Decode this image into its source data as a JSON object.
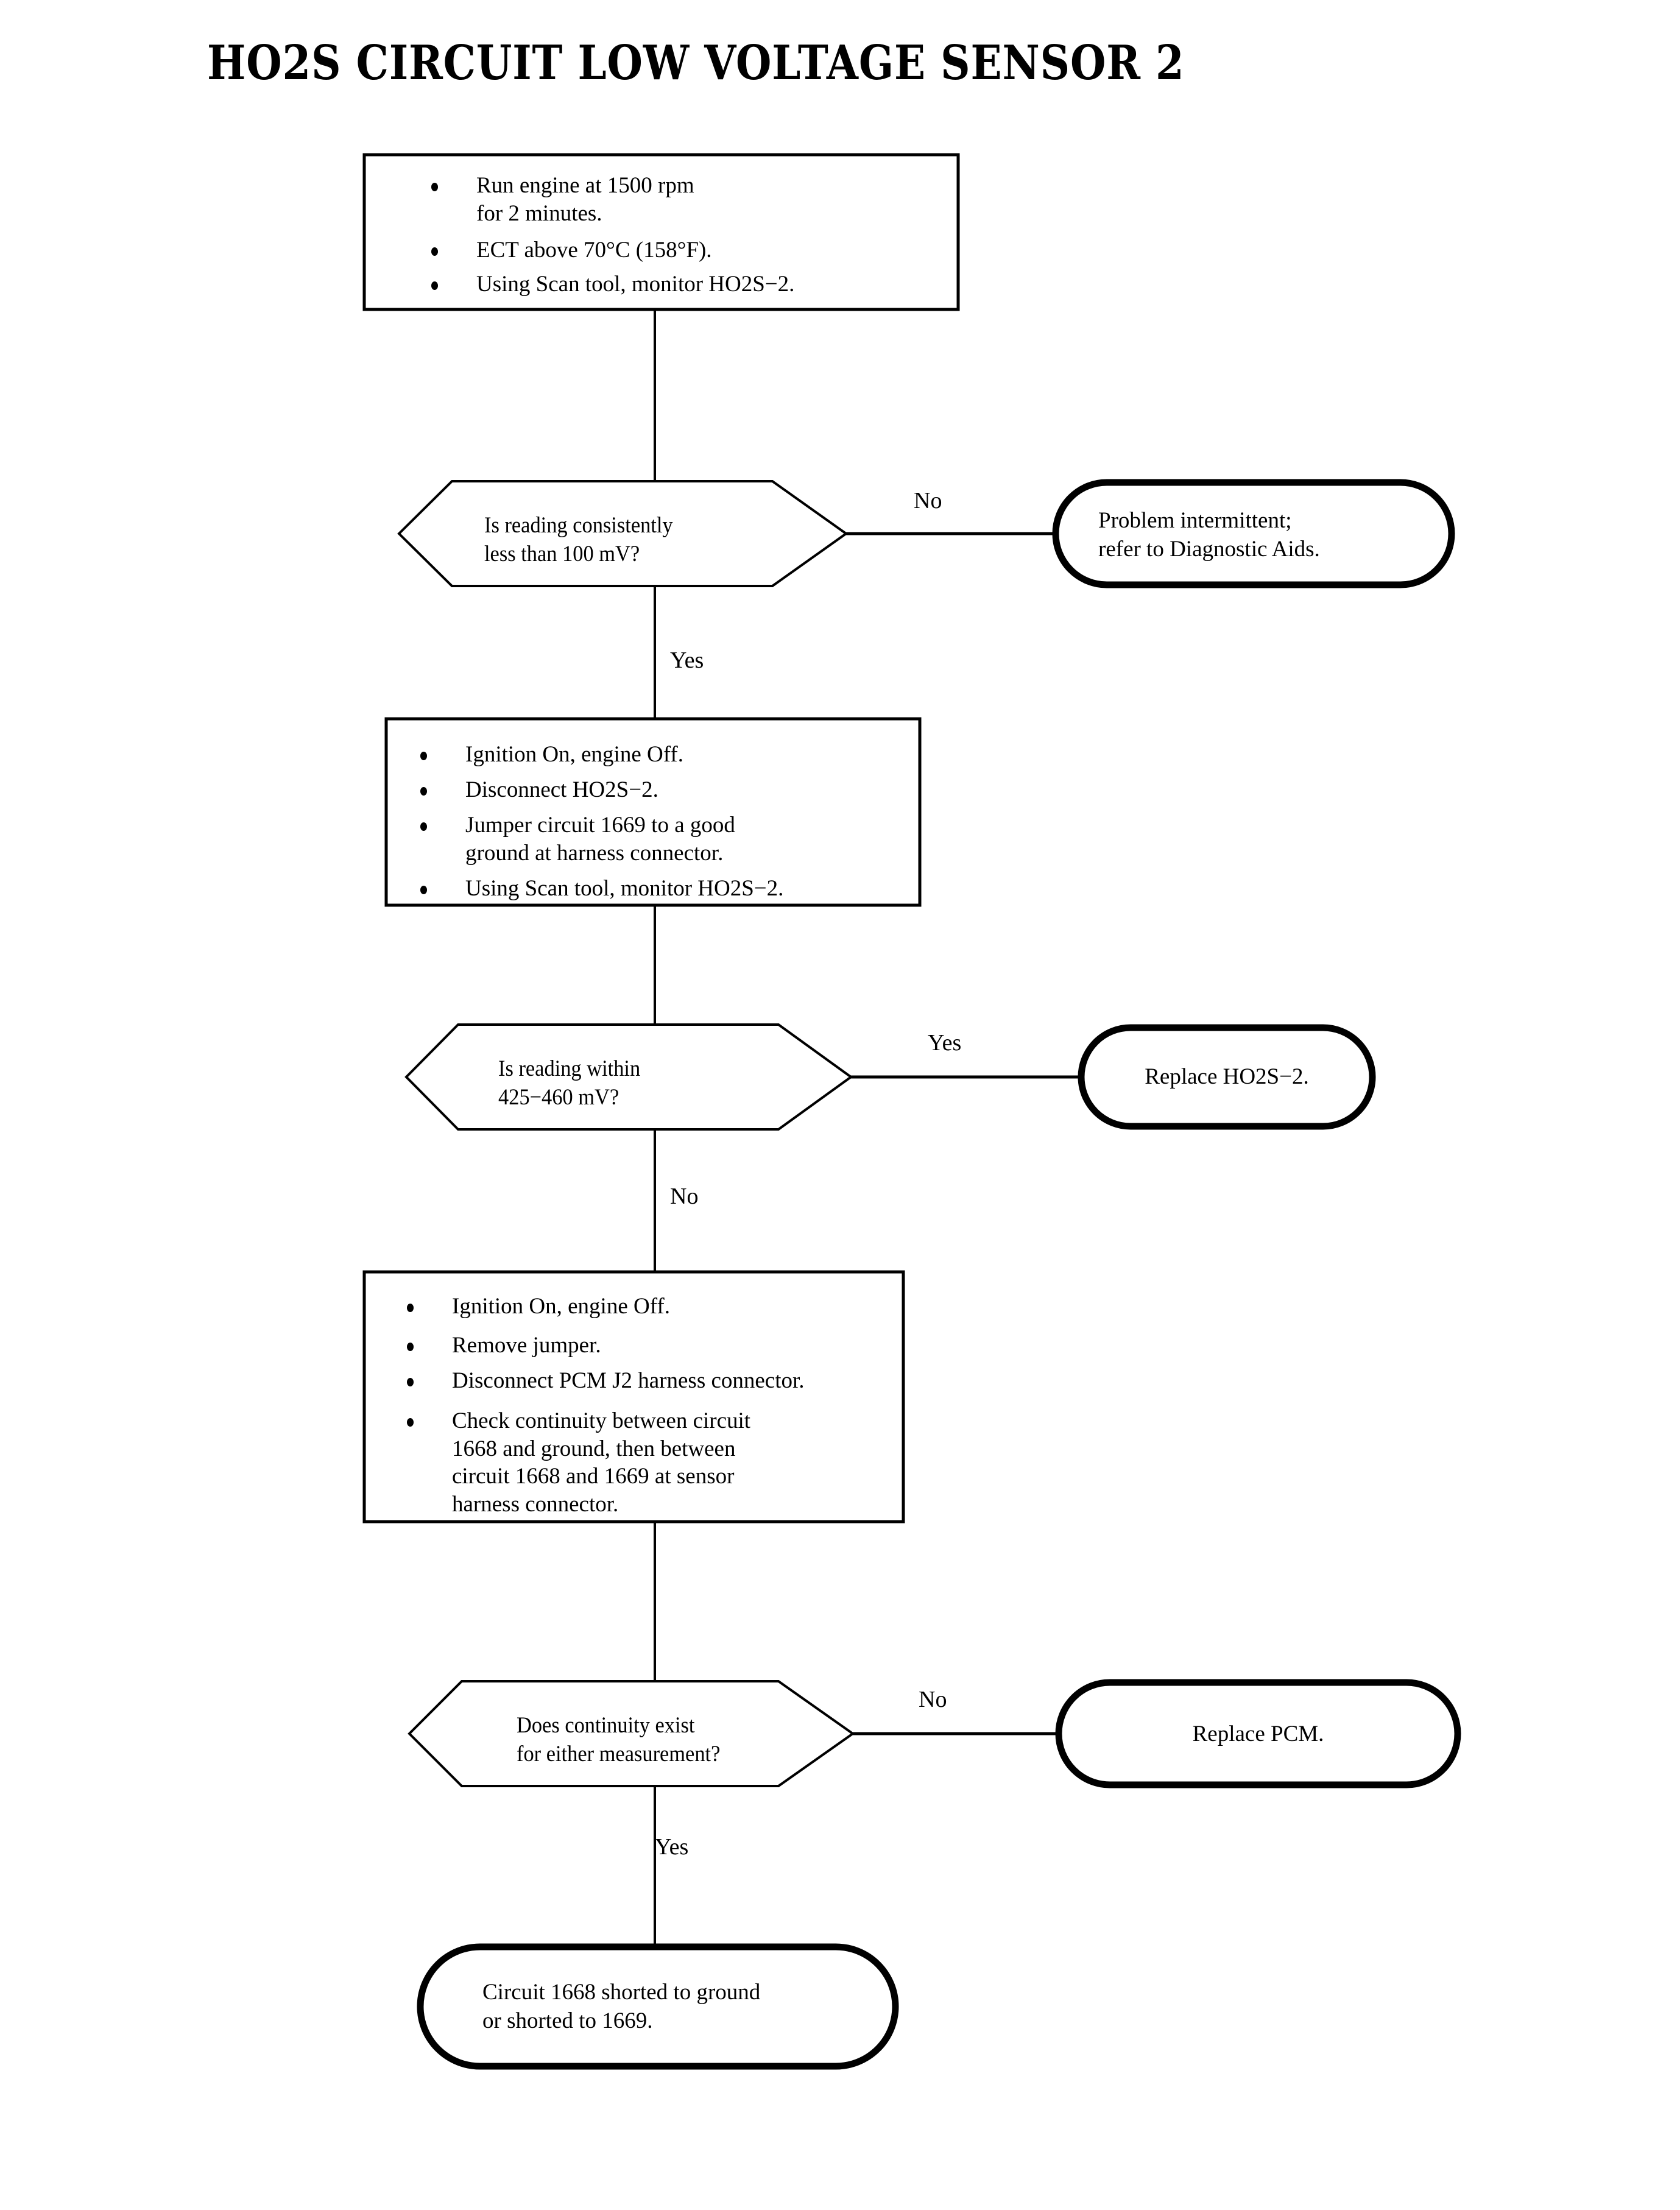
{
  "title": "HO2S CIRCUIT LOW VOLTAGE SENSOR 2",
  "diagram": {
    "type": "flowchart",
    "orientation": "top-to-bottom",
    "nodes": [
      {
        "id": "step1",
        "shape": "process",
        "bullets": [
          "Run engine at 1500 rpm\nfor 2 minutes.",
          "ECT above 70°C (158°F).",
          "Using Scan tool, monitor HO2S−2."
        ]
      },
      {
        "id": "decision1",
        "shape": "decision",
        "text": "Is reading consistently\nless than 100 mV?"
      },
      {
        "id": "terminal1",
        "shape": "terminal",
        "text": "Problem intermittent;\nrefer to Diagnostic Aids."
      },
      {
        "id": "step2",
        "shape": "process",
        "bullets": [
          "Ignition On, engine Off.",
          "Disconnect HO2S−2.",
          "Jumper circuit 1669 to a good\nground at harness connector.",
          "Using Scan tool, monitor HO2S−2."
        ]
      },
      {
        "id": "decision2",
        "shape": "decision",
        "text": "Is reading within\n425−460 mV?"
      },
      {
        "id": "terminal2",
        "shape": "terminal",
        "text": "Replace HO2S−2."
      },
      {
        "id": "step3",
        "shape": "process",
        "bullets": [
          "Ignition On, engine Off.",
          "Remove jumper.",
          "Disconnect PCM J2 harness connector.",
          "Check continuity between circuit\n1668 and ground, then between\ncircuit 1668 and 1669 at sensor\nharness connector."
        ]
      },
      {
        "id": "decision3",
        "shape": "decision",
        "text": "Does continuity exist\nfor either measurement?"
      },
      {
        "id": "terminal3",
        "shape": "terminal",
        "text": "Replace PCM."
      },
      {
        "id": "terminal4",
        "shape": "terminal",
        "text": "Circuit 1668 shorted to ground\nor shorted to 1669."
      }
    ],
    "edges": [
      {
        "from": "step1",
        "to": "decision1",
        "label": ""
      },
      {
        "from": "decision1",
        "to": "terminal1",
        "label": "No"
      },
      {
        "from": "decision1",
        "to": "step2",
        "label": "Yes"
      },
      {
        "from": "step2",
        "to": "decision2",
        "label": ""
      },
      {
        "from": "decision2",
        "to": "terminal2",
        "label": "Yes"
      },
      {
        "from": "decision2",
        "to": "step3",
        "label": "No"
      },
      {
        "from": "step3",
        "to": "decision3",
        "label": ""
      },
      {
        "from": "decision3",
        "to": "terminal3",
        "label": "No"
      },
      {
        "from": "decision3",
        "to": "terminal4",
        "label": "Yes"
      }
    ],
    "edge_labels": {
      "d1_no": "No",
      "d1_yes": "Yes",
      "d2_yes": "Yes",
      "d2_no": "No",
      "d3_no": "No",
      "d3_yes": "Yes"
    }
  },
  "colors": {
    "background": "#ffffff",
    "ink": "#000000"
  }
}
